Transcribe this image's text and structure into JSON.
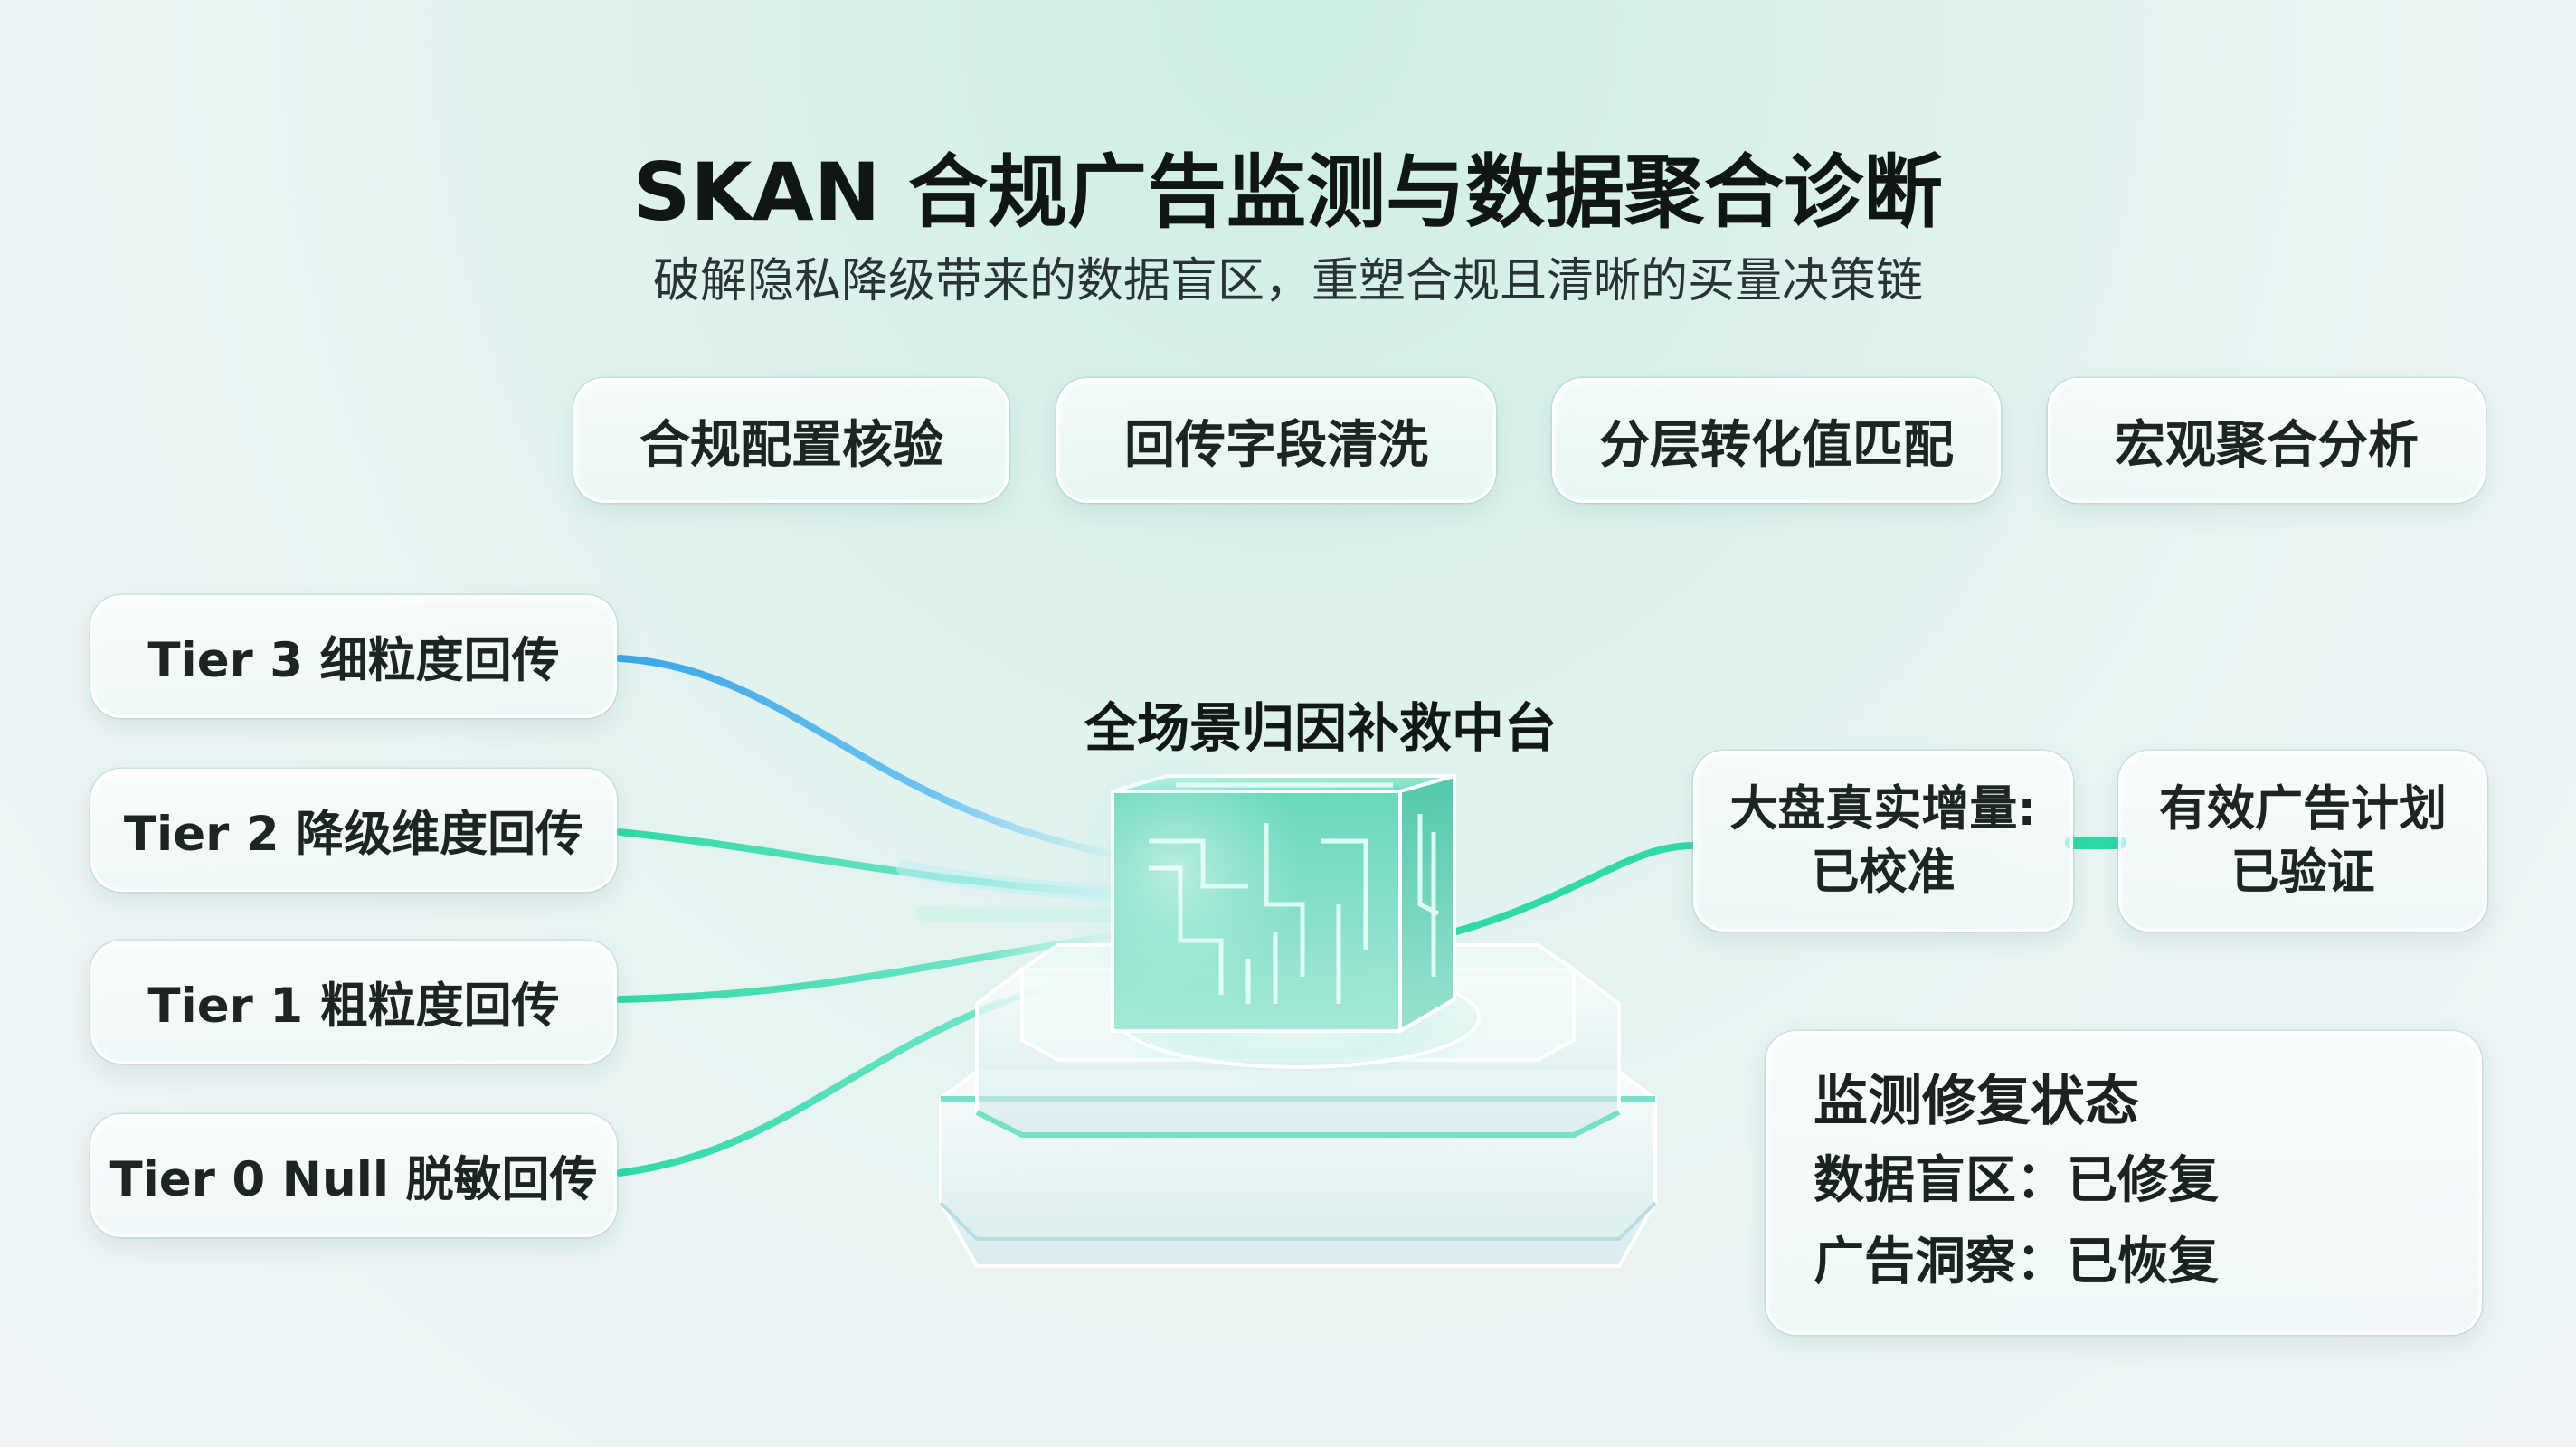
{
  "header": {
    "title": "SKAN 合规广告监测与数据聚合诊断",
    "subtitle": "破解隐私降级带来的数据盲区，重塑合规且清晰的买量决策链"
  },
  "steps": [
    {
      "label": "合规配置核验"
    },
    {
      "label": "回传字段清洗"
    },
    {
      "label": "分层转化值匹配"
    },
    {
      "label": "宏观聚合分析"
    }
  ],
  "tiers": [
    {
      "label": "Tier 3 细粒度回传"
    },
    {
      "label": "Tier 2 降级维度回传"
    },
    {
      "label": "Tier 1 粗粒度回传"
    },
    {
      "label": "Tier 0 Null 脱敏回传"
    }
  ],
  "hub": {
    "label": "全场景归因补救中台"
  },
  "results": [
    {
      "line1": "大盘真实增量:",
      "line2": "已校准"
    },
    {
      "line1": "有效广告计划",
      "line2": "已验证"
    }
  ],
  "status": {
    "title": "监测修复状态",
    "rows": [
      {
        "text": "数据盲区：已修复"
      },
      {
        "text": "广告洞察：已恢复"
      }
    ]
  },
  "colors": {
    "accent_teal": "#2fd9a8",
    "accent_blue": "#3aa6e6",
    "cube_face": "#7ee0c6"
  }
}
